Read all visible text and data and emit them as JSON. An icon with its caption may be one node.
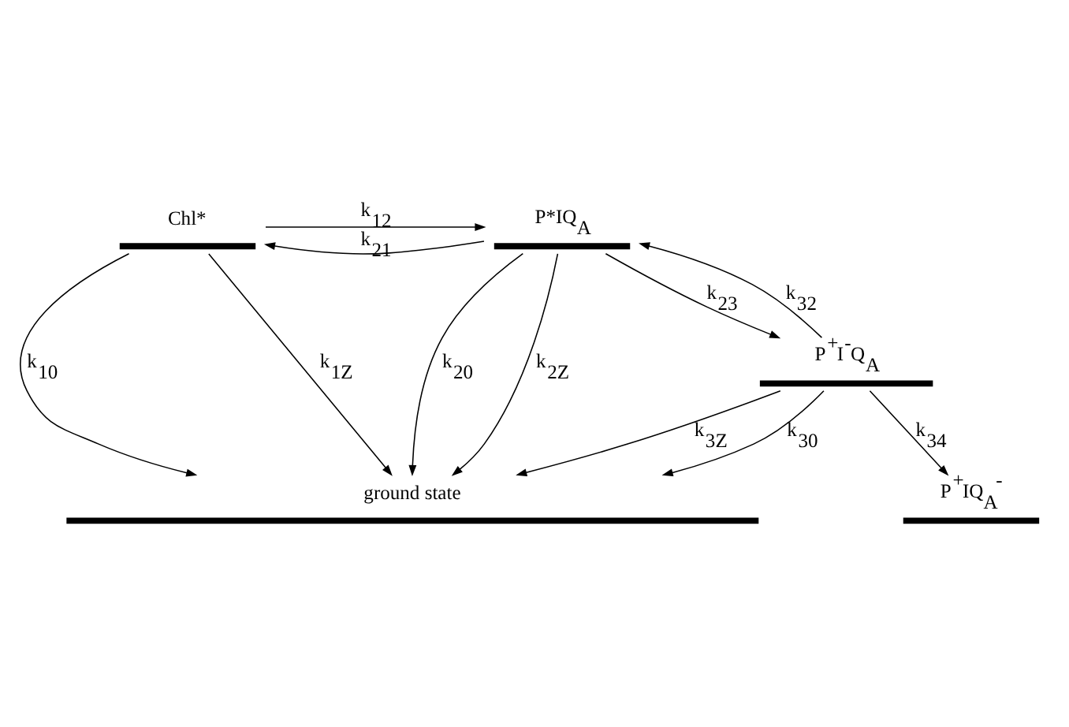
{
  "diagram": {
    "nodes": [
      {
        "text": [
          "Chl*"
        ]
      },
      {
        "text": [
          "P*IQ$_{A}$"
        ]
      },
      {
        "text": [
          "P$^{+}$I$^{-}$Q$_{A}$"
        ]
      },
      {
        "text": [
          "P$^{+}$IQ$_{A}$$^{-}$"
        ]
      },
      {
        "text": [
          "ground state"
        ]
      }
    ],
    "edges": [
      {
        "from": 0,
        "to": 1,
        "arrow": "to",
        "label": "k$_{12}$"
      },
      {
        "from": 1,
        "to": 0,
        "arrow": "to",
        "label": "k$_{21}$"
      },
      {
        "from": 0,
        "to": 4,
        "arrow": "to",
        "label": "k$_{10}$"
      },
      {
        "from": 0,
        "to": 4,
        "arrow": "to",
        "label": "k$_{1Z}$"
      },
      {
        "from": 1,
        "to": 4,
        "arrow": "to",
        "label": "k$_{20}$"
      },
      {
        "from": 1,
        "to": 4,
        "arrow": "to",
        "label": "k$_{2Z}$"
      },
      {
        "from": 1,
        "to": 2,
        "arrow": "to",
        "label": "k$_{23}$"
      },
      {
        "from": 2,
        "to": 1,
        "arrow": "to",
        "label": "k$_{32}$"
      },
      {
        "from": 2,
        "to": 4,
        "arrow": "to",
        "label": "k$_{30}$"
      },
      {
        "from": 2,
        "to": 4,
        "arrow": "to",
        "label": "k$_{3Z}$"
      },
      {
        "from": 2,
        "to": 3,
        "arrow": "to",
        "label": "k$_{34}$"
      }
    ]
  }
}
